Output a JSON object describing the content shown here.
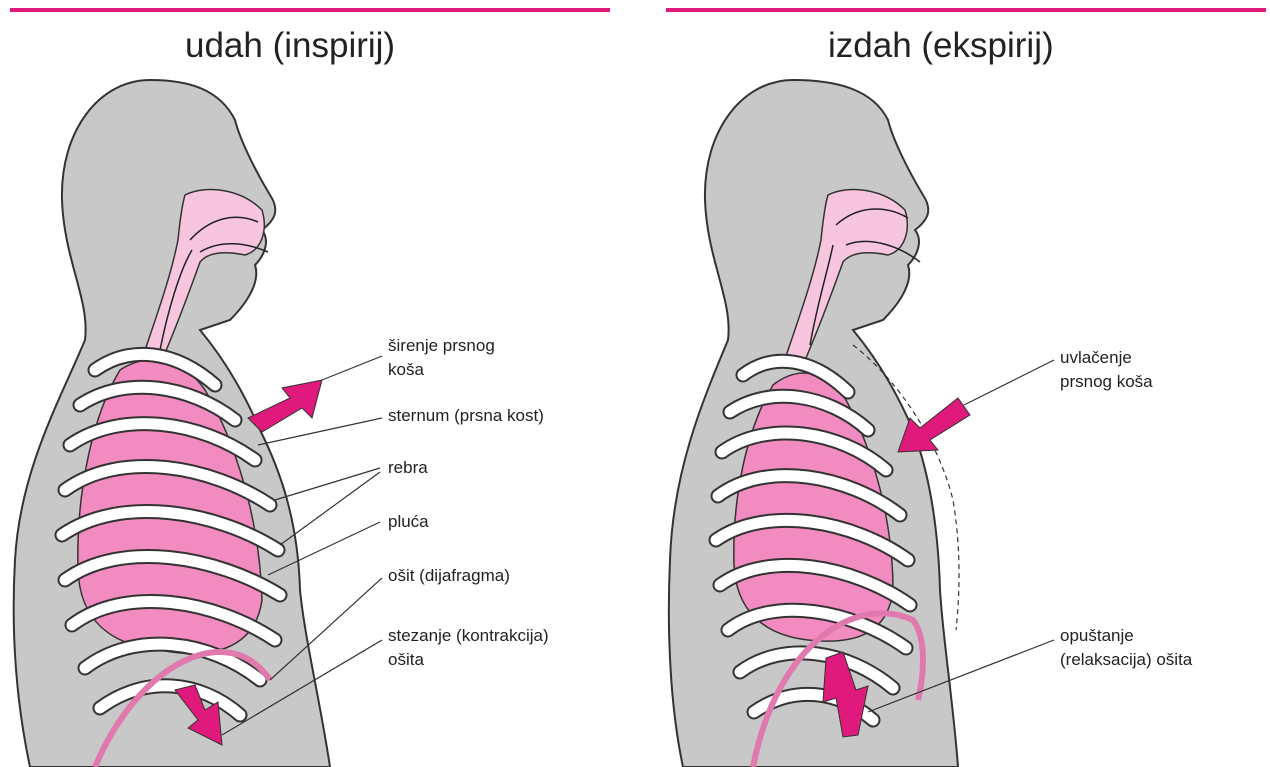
{
  "colors": {
    "accent": "#e0197d",
    "body_gray": "#c8c8c8",
    "lung_pink": "#f28bbf",
    "airway_pink": "#f7c6de",
    "outline": "#333333",
    "rib": "#ffffff"
  },
  "panels": {
    "inhale": {
      "title": "udah (inspirij)",
      "labels": {
        "chest_expansion_1": "širenje prsnog",
        "chest_expansion_2": "koša",
        "sternum": "sternum (prsna kost)",
        "ribs": "rebra",
        "lungs": "pluća",
        "diaphragm": "ošit (dijafragma)",
        "contraction_1": "stezanje (kontrakcija)",
        "contraction_2": "ošita"
      }
    },
    "exhale": {
      "title": "izdah (ekspirij)",
      "labels": {
        "chest_retraction_1": "uvlačenje",
        "chest_retraction_2": "prsnog koša",
        "relaxation_1": "opuštanje",
        "relaxation_2": "(relaksacija) ošita"
      }
    }
  }
}
